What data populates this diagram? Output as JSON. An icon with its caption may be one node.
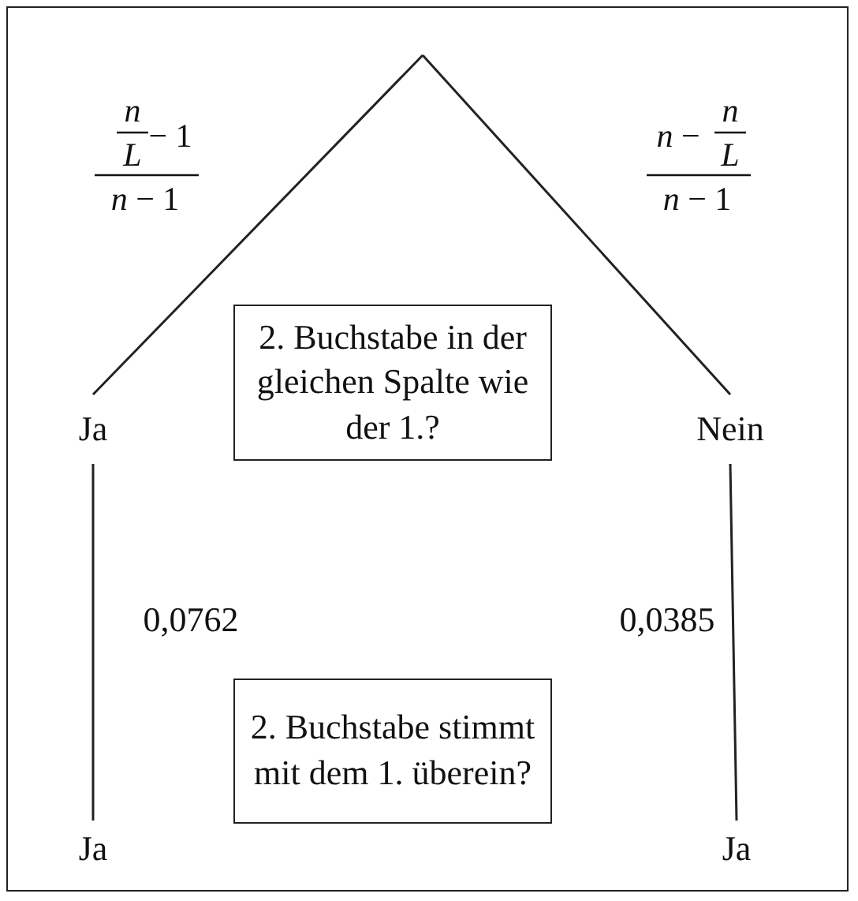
{
  "diagram": {
    "nodes": [
      {
        "text": [
          "2. Buchstabe in der gleichen Spalte wie der 1.?"
        ]
      },
      {
        "text": [
          "Ja"
        ]
      },
      {
        "text": [
          "Nein"
        ]
      },
      {
        "text": [
          "2. Buchstabe stimmt mit dem 1. überein?"
        ]
      },
      {
        "text": [
          "Ja"
        ]
      },
      {
        "text": [
          "Ja"
        ]
      }
    ],
    "edges": [
      {
        "from": null,
        "to": 1,
        "arrow": "none"
      },
      {
        "from": null,
        "to": 2,
        "arrow": "none"
      },
      {
        "from": 1,
        "to": 4,
        "arrow": "none",
        "label": "0,0762"
      },
      {
        "from": 2,
        "to": 5,
        "arrow": "none",
        "label": "0,0385"
      }
    ],
    "labels": [
      "n",
      "L",
      "− 1",
      "*n* − 1",
      "*n* −",
      "n",
      "L",
      "*n* − 1"
    ]
  }
}
